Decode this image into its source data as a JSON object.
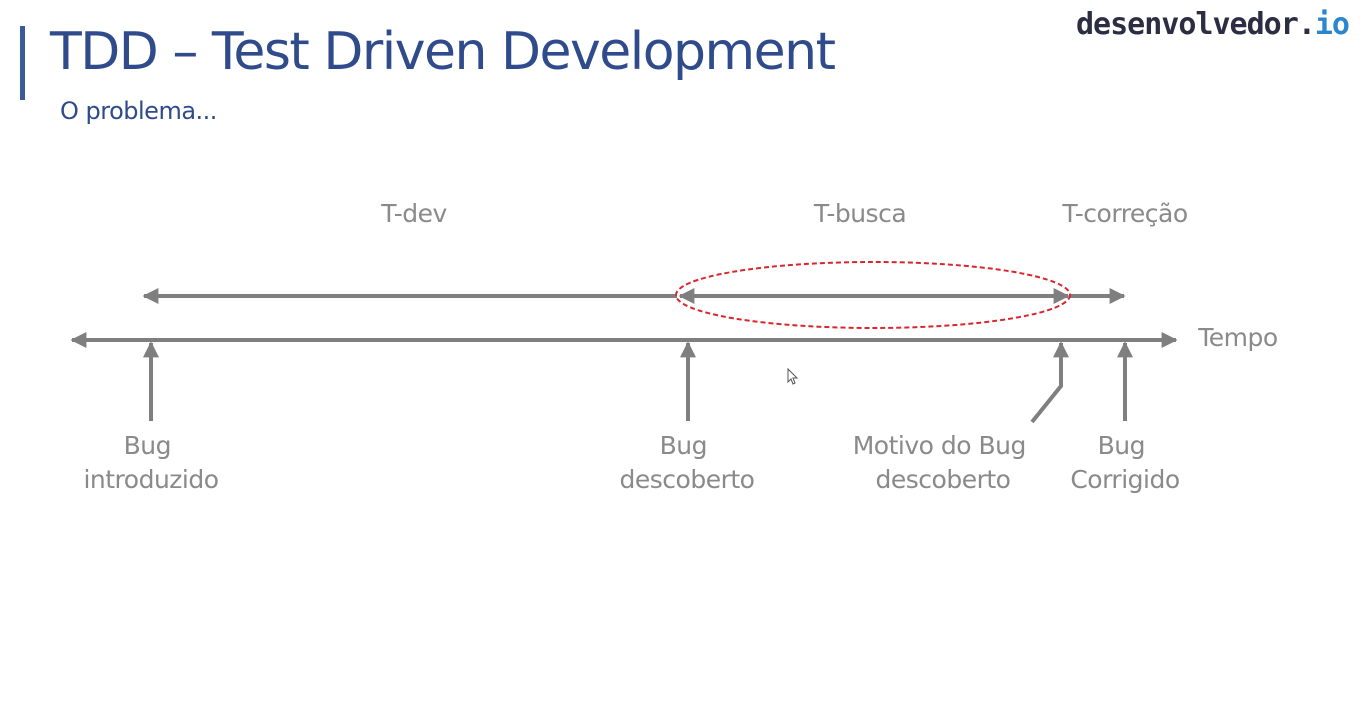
{
  "header": {
    "title": "TDD – Test Driven Development",
    "subtitle": "O problema...",
    "brand_name": "desenvolvedor",
    "brand_dot": ".",
    "brand_tld": "io"
  },
  "diagram": {
    "segments": {
      "dev": "T-dev",
      "busca": "T-busca",
      "correcao": "T-correção"
    },
    "axis_label": "Tempo",
    "events": {
      "introduced": [
        "Bug",
        "introduzido"
      ],
      "discovered": [
        "Bug",
        "descoberto"
      ],
      "reason": [
        "Motivo do Bug",
        "descoberto"
      ],
      "fixed": [
        "Bug",
        "Corrigido"
      ]
    }
  },
  "colors": {
    "title": "#2f4b8c",
    "accent_bar": "#3b5a9a",
    "lines": "#7f7f7f",
    "highlight": "#d9262e",
    "brand_tld": "#2a86cf"
  }
}
